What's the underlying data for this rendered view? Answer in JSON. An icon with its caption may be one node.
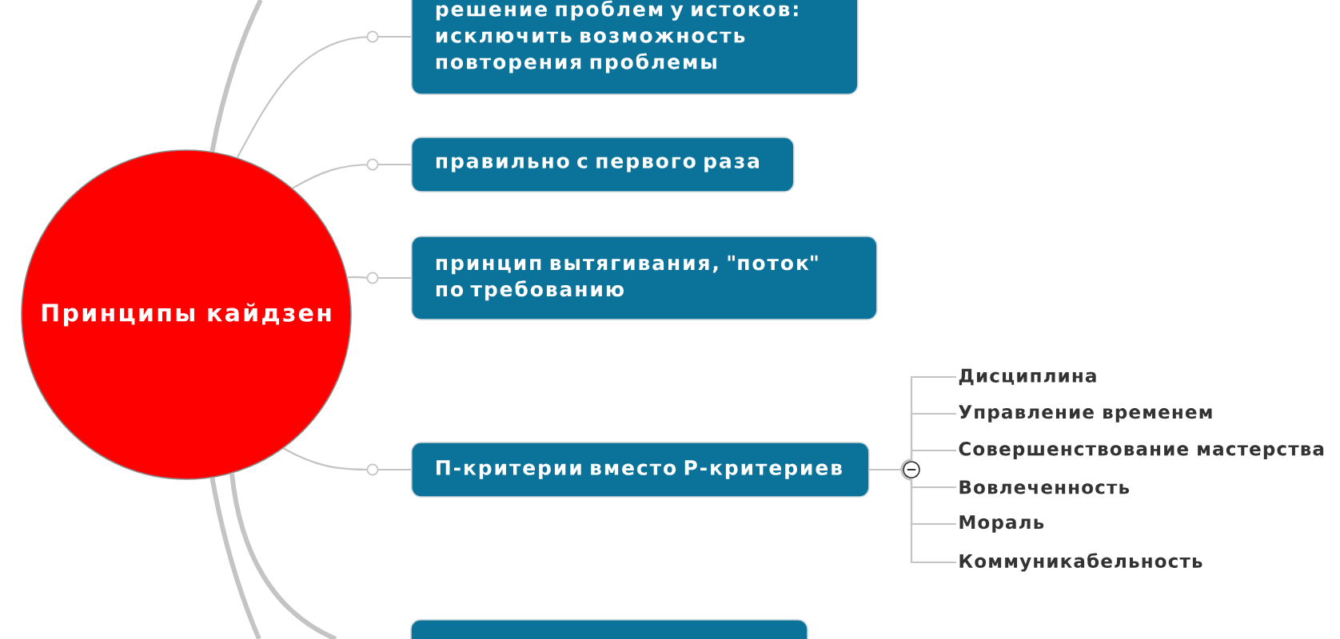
{
  "diagram": {
    "nodes": [
      {
        "text": [
          "Принципы кайдзен"
        ]
      },
      {
        "text": [
          "решение проблем у истоков: исключить возможность повторения проблемы"
        ]
      },
      {
        "text": [
          "правильно с первого раза"
        ]
      },
      {
        "text": [
          "принцип вытягивания, \"поток\" по требованию"
        ]
      },
      {
        "text": [
          "П-критерии вместо Р-критериев"
        ]
      },
      {
        "text": [
          "Дисциплина"
        ]
      },
      {
        "text": [
          "Управление временем"
        ]
      },
      {
        "text": [
          "Совершенствование мастерства"
        ]
      },
      {
        "text": [
          "Вовлеченность"
        ]
      },
      {
        "text": [
          "Мораль"
        ]
      },
      {
        "text": [
          "Коммуникабельность"
        ]
      },
      {
        "text": [],
        "shape": "box"
      }
    ],
    "edges": [
      {
        "from": 0,
        "to": null,
        "arrow": "none",
        "style": "thick"
      },
      {
        "from": 0,
        "to": 1,
        "arrow": "none"
      },
      {
        "from": 0,
        "to": 2,
        "arrow": "none"
      },
      {
        "from": 0,
        "to": 3,
        "arrow": "none"
      },
      {
        "from": 0,
        "to": 4,
        "arrow": "none"
      },
      {
        "from": 4,
        "to": 5,
        "arrow": "none"
      },
      {
        "from": 4,
        "to": 6,
        "arrow": "none"
      },
      {
        "from": 4,
        "to": 7,
        "arrow": "none"
      },
      {
        "from": 4,
        "to": 8,
        "arrow": "none"
      },
      {
        "from": 4,
        "to": 9,
        "arrow": "none"
      },
      {
        "from": 4,
        "to": 10,
        "arrow": "none"
      },
      {
        "from": 0,
        "to": null,
        "arrow": "none",
        "style": "thick"
      },
      {
        "from": 0,
        "to": null,
        "arrow": "none",
        "style": "thick"
      }
    ]
  }
}
